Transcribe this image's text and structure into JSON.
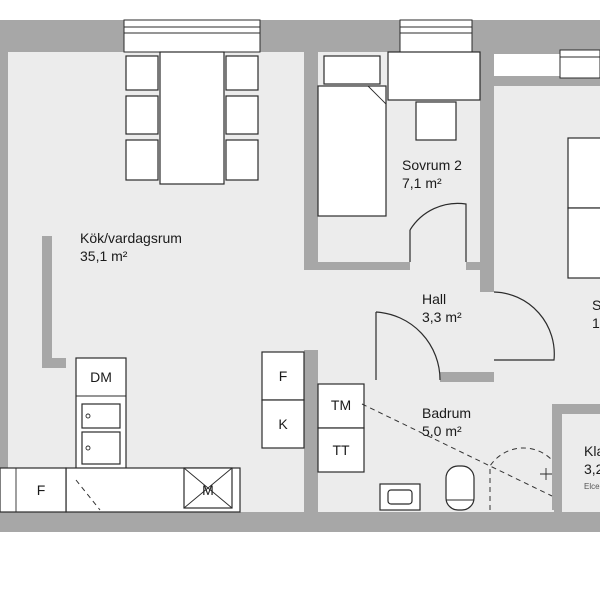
{
  "rooms": {
    "kitchen_living": {
      "name": "Kök/vardagsrum",
      "area": "35,1 m²"
    },
    "bedroom2": {
      "name": "Sovrum 2",
      "area": "7,1 m²"
    },
    "hall": {
      "name": "Hall",
      "area": "3,3 m²"
    },
    "bathroom": {
      "name": "Badrum",
      "area": "5,0 m²"
    },
    "closet": {
      "name": "Kla",
      "area": "3,2",
      "note": "Elce"
    },
    "bedroom1_fragment": {
      "name": "S",
      "area": "1"
    }
  },
  "fixtures": {
    "dishwasher": "DM",
    "freezer_left": "F",
    "freezer": "F",
    "fridge": "K",
    "washer": "TM",
    "dryer": "TT",
    "microwave": "M"
  },
  "colors": {
    "wall": "#a7a7a7",
    "floor": "#ececec",
    "line": "#2b2b2b"
  }
}
